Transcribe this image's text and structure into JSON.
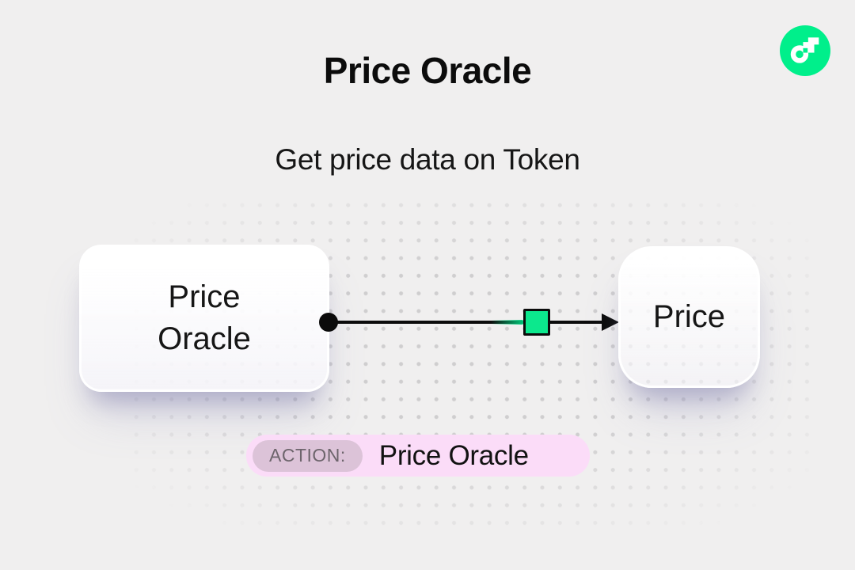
{
  "header": {
    "title": "Price Oracle",
    "subtitle": "Get price data on Token"
  },
  "icons": {
    "logo": "flow-logo"
  },
  "diagram": {
    "source_node": {
      "label": "Price Oracle"
    },
    "target_node": {
      "label": "Price"
    },
    "connector": {
      "style": "solid-arrow-with-square-handle",
      "handle_color": "#0ce88d",
      "line_color": "#0b0b0b"
    }
  },
  "badge": {
    "label": "ACTION:",
    "value": "Price Oracle",
    "background": "#fbdcf8",
    "label_background": "#dcc3d8"
  },
  "colors": {
    "page_background": "#f0efef",
    "dot_grid": "#cfcecf",
    "brand_green": "#00ef8b",
    "ink": "#0c0c0c"
  }
}
